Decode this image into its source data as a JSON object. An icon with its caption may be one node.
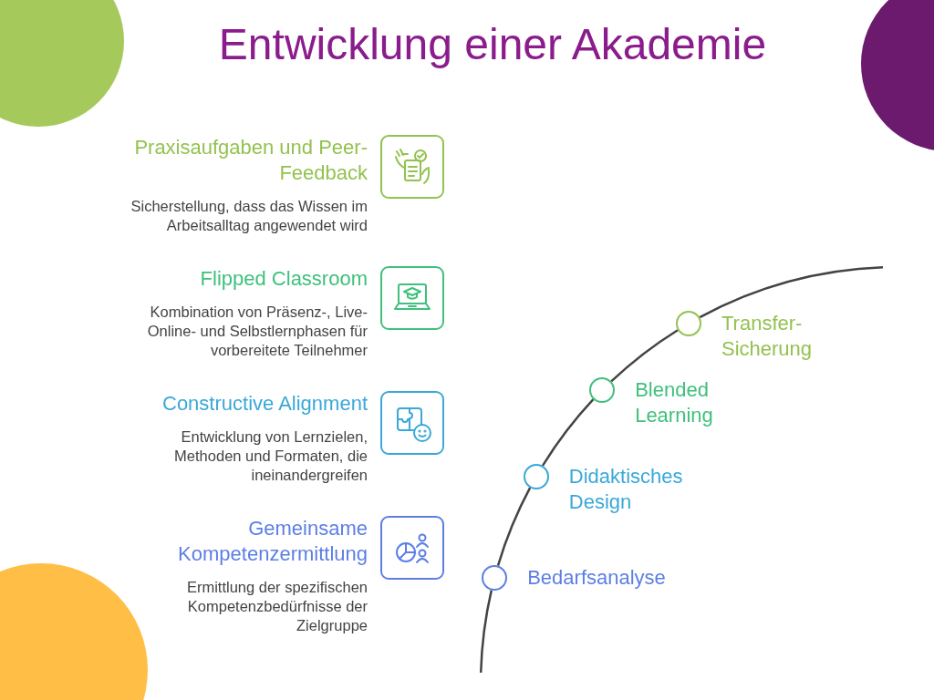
{
  "diagram": {
    "title": "Entwicklung einer Akademie",
    "nodes": [
      {
        "text": [
          "Praxisaufgaben und Peer-Feedback",
          "Sicherstellung, dass das Wissen im Arbeitsalltag angewendet wird"
        ]
      },
      {
        "text": [
          "Flipped Classroom",
          "Kombination von Präsenz-, Live-Online- und Selbstlernphasen für vorbereitete Teilnehmer"
        ]
      },
      {
        "text": [
          "Constructive Alignment",
          "Entwicklung von Lernzielen, Methoden und Formaten, die ineinandergreifen"
        ]
      },
      {
        "text": [
          "Gemeinsame Kompetenzermittlung",
          "Ermittlung der spezifischen Kompetenzbedürfnisse der Zielgruppe"
        ]
      },
      {
        "text": [],
        "shape": "circle",
        "beside": [
          "Transfer-Sicherung"
        ]
      },
      {
        "text": [],
        "shape": "circle",
        "beside": [
          "Blended Learning"
        ]
      },
      {
        "text": [],
        "shape": "circle",
        "beside": [
          "Didaktisches Design"
        ]
      },
      {
        "text": [],
        "shape": "circle",
        "beside": [
          "Bedarfsanalyse"
        ]
      }
    ],
    "edges": [
      {
        "from": null,
        "to": 7,
        "arrow": "none"
      },
      {
        "from": 7,
        "to": 6,
        "arrow": "none"
      },
      {
        "from": 6,
        "to": 5,
        "arrow": "none"
      },
      {
        "from": 5,
        "to": 4,
        "arrow": "none"
      },
      {
        "from": 4,
        "to": null,
        "arrow": "none"
      }
    ]
  }
}
